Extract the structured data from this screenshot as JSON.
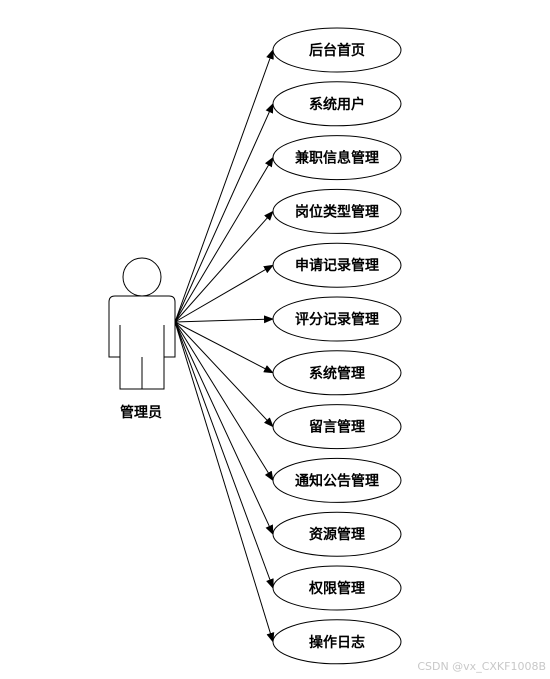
{
  "actor": {
    "label": "管理员"
  },
  "use_cases": [
    "后台首页",
    "系统用户",
    "兼职信息管理",
    "岗位类型管理",
    "申请记录管理",
    "评分记录管理",
    "系统管理",
    "留言管理",
    "通知公告管理",
    "资源管理",
    "权限管理",
    "操作日志"
  ],
  "watermark": "CSDN @vx_CXKF1008B",
  "colors": {
    "stroke": "#000000",
    "fill": "#ffffff",
    "watermark": "#c8c8c8"
  }
}
